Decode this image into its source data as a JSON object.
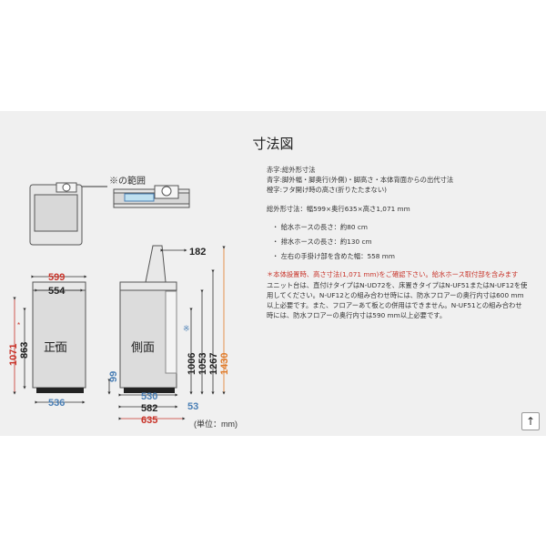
{
  "title": "寸法図",
  "diagram": {
    "legend_label": "※の範囲",
    "front_label": "正面",
    "side_label": "側面",
    "dims": {
      "w599": "599",
      "w554": "554",
      "w536": "536",
      "h1071": "1071",
      "h863": "863",
      "d182": "182",
      "d99": "99",
      "d1006": "1006",
      "d1053": "1053",
      "d1267": "1267",
      "d1430": "1430",
      "d530": "530",
      "d582": "582",
      "d635": "635",
      "d53": "53"
    },
    "unit": "(単位：mm)",
    "asterisk": "※",
    "star": "*"
  },
  "spec": {
    "legend": [
      "赤字:総外形寸法",
      "青字:脚外幅・脚奥行(外側)・脚高さ・本体背面からの出代寸法",
      "橙字:フタ開け時の高さ(折りたたまない)"
    ],
    "overall": "総外形寸法：幅599×奥行635×高さ1,071 mm",
    "bullets": [
      "・ 給水ホースの長さ：約80 cm",
      "・ 排水ホースの長さ：約130 cm",
      "・ 左右の手掛け部を含めた幅：558 mm"
    ],
    "note_red": "＊本体設置時、高さ寸法(1,071 mm)をご確認下さい。給水ホース取付部を含みます",
    "note_lines": [
      "ユニット台は、直付けタイプはN-UD72を、床置きタイプはN-UF51またはN-UF12を使",
      "用してください。N-UF12との組み合わせ時には、防水フロアーの奥行内寸は600 mm",
      "以上必要です。また、フロアーあて板との併用はできません。N-UF51との組み合わせ",
      "時には、防水フロアーの奥行内寸は590 mm以上必要です。"
    ]
  },
  "colors": {
    "red": "#c8342a",
    "blue": "#4a7fb5",
    "orange": "#e07b2a",
    "bg": "#f0f0f0"
  },
  "scroll_top_icon": "arrow-up-icon",
  "scroll_top_label": "↑"
}
